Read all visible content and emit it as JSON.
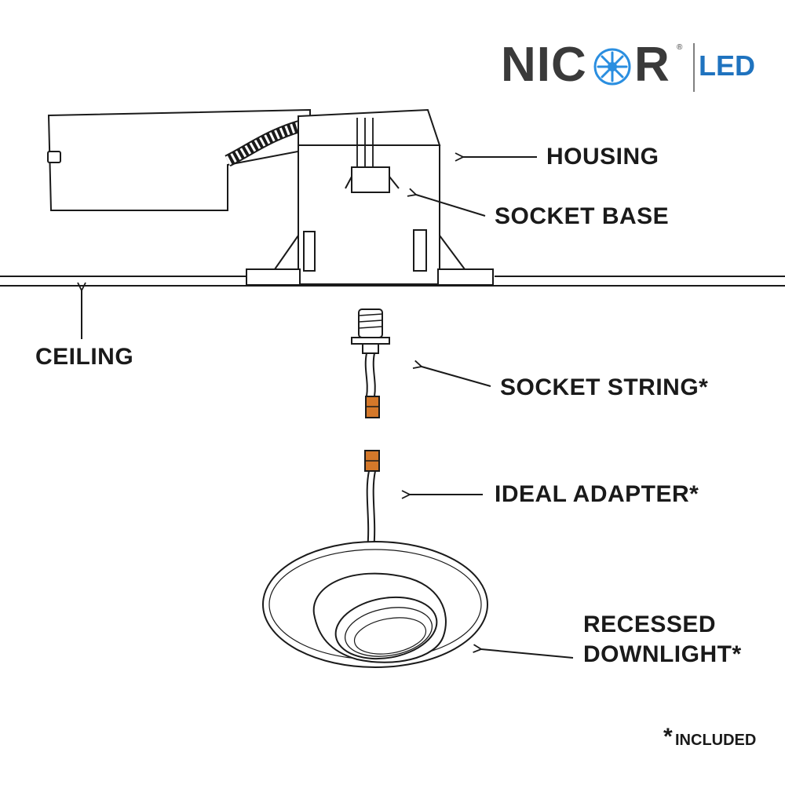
{
  "brand": {
    "name_left": "NIC",
    "name_right": "R",
    "registered_mark": "®",
    "suffix": "LED",
    "name_color": "#3a3a3a",
    "suffix_color": "#1f73bf",
    "star_color": "#2a8ee0"
  },
  "labels": {
    "housing": "HOUSING",
    "socket_base": "SOCKET BASE",
    "ceiling": "CEILING",
    "socket_string": "SOCKET STRING*",
    "ideal_adapter": "IDEAL ADAPTER*",
    "recessed_line1": "RECESSED",
    "recessed_line2": "DOWNLIGHT*"
  },
  "footnote": {
    "asterisk": "*",
    "text": "INCLUDED"
  },
  "colors": {
    "line": "#1a1a1a",
    "connector_orange": "#d4782a"
  }
}
